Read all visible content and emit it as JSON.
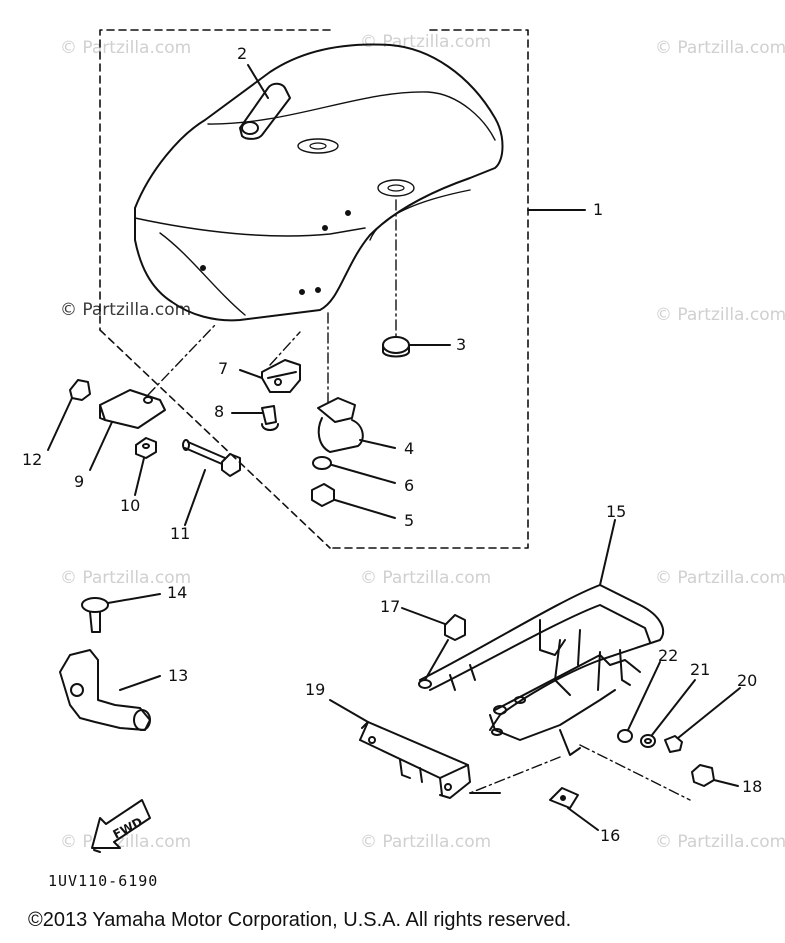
{
  "watermark": "© Partzilla.com",
  "callouts": [
    "1",
    "2",
    "3",
    "4",
    "5",
    "6",
    "7",
    "8",
    "9",
    "10",
    "11",
    "12",
    "13",
    "14",
    "15",
    "16",
    "17",
    "18",
    "19",
    "20",
    "21",
    "22"
  ],
  "fwd_label": "FWD",
  "diagram_code": "1UV110-6190",
  "copyright": "©2013 Yamaha Motor Corporation, U.S.A. All rights reserved.",
  "colors": {
    "line": "#111111",
    "watermark": "#d0d0d0"
  }
}
